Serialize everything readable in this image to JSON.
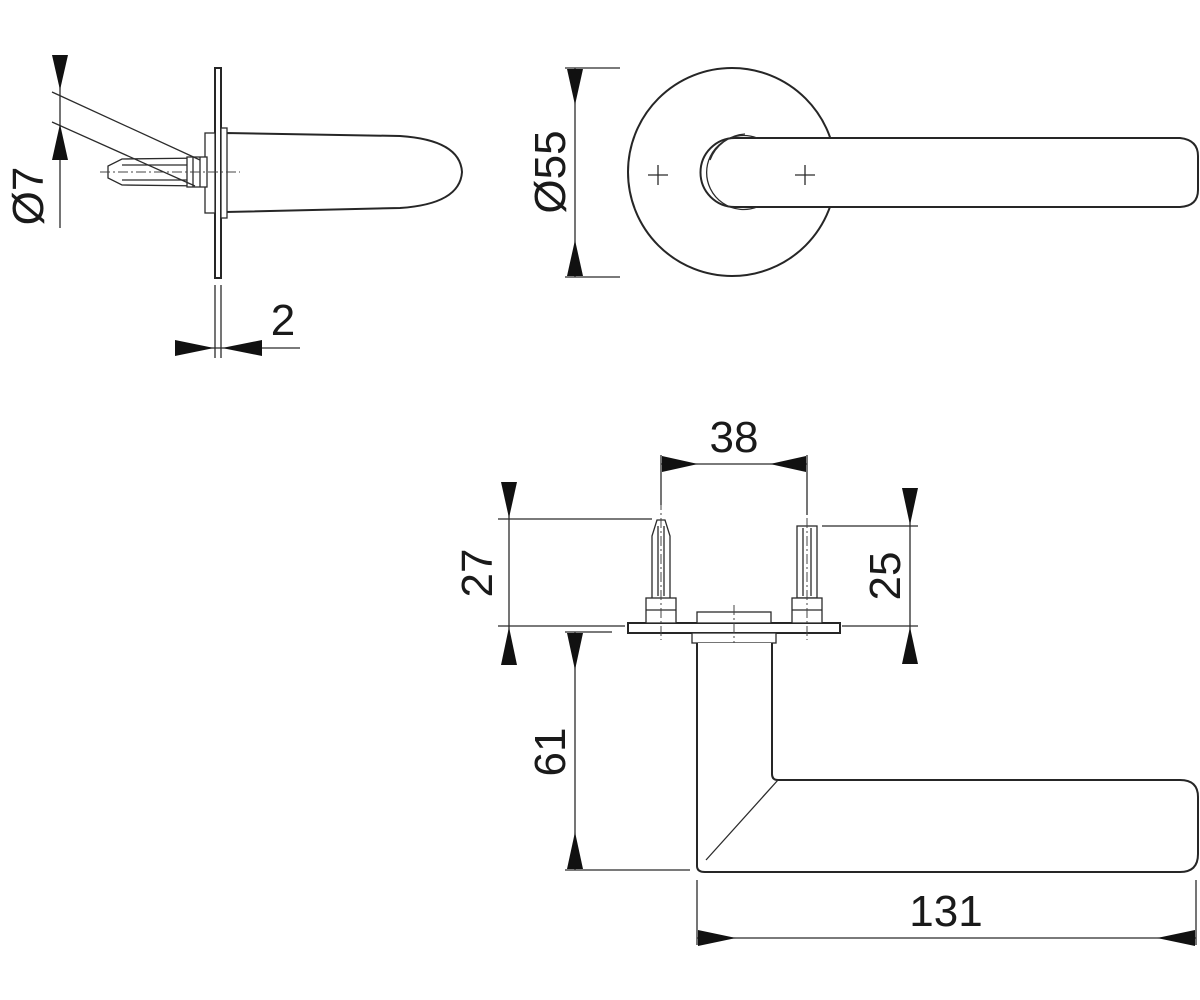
{
  "drawing": {
    "line_color": "#2b2b2b",
    "background": "#ffffff",
    "dimensions": {
      "shaft_diameter": "Ø7",
      "rose_thickness": "2",
      "rose_diameter": "Ø55",
      "screw_spacing": "38",
      "left_pin_height": "27",
      "right_pin_height": "25",
      "lever_drop": "61",
      "lever_length": "131"
    }
  }
}
